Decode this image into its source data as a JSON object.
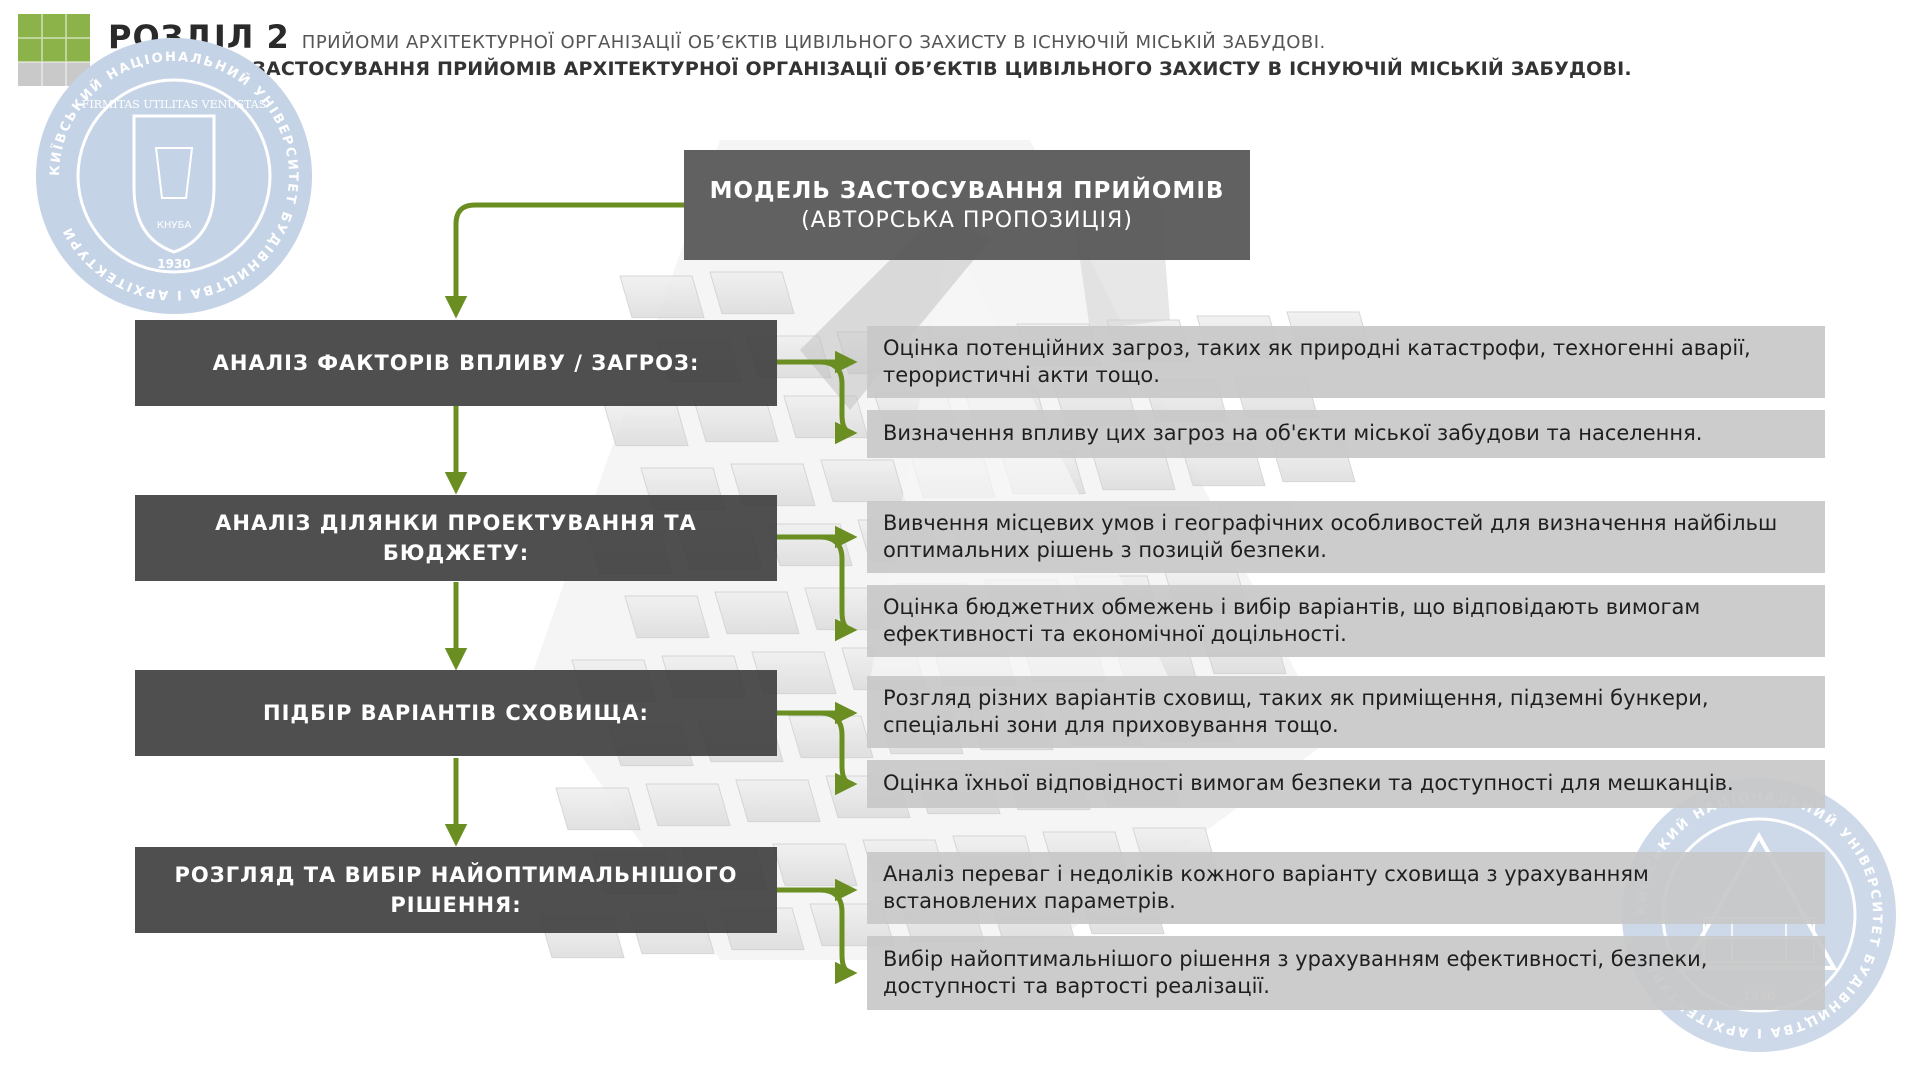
{
  "header": {
    "section_label": "РОЗДІЛ 2",
    "section_title": "ПРИЙОМИ АРХІТЕКТУРНОЇ ОРГАНІЗАЦІЇ ОБ’ЄКТІВ ЦИВІЛЬНОГО ЗАХИСТУ В ІСНУЮЧІЙ МІСЬКІЙ ЗАБУДОВІ.",
    "subtitle": "2.3 МОДЕЛЬ ЗАСТОСУВАННЯ ПРИЙОМІВ АРХІТЕКТУРНОЇ ОРГАНІЗАЦІЇ ОБ’ЄКТІВ ЦИВІЛЬНОГО ЗАХИСТУ В ІСНУЮЧІЙ МІСЬКІЙ ЗАБУДОВІ."
  },
  "colors": {
    "accent_green": "#6b8e23",
    "logo_green": "#8bb34a",
    "step_box": "#404040",
    "desc_box": "#c8c8c8",
    "seal_blue": "#c5d3e6"
  },
  "seal": {
    "ring_text": "КИЇВСЬКИЙ НАЦІОНАЛЬНИЙ УНІВЕРСИТЕТ БУДІВНИЦТВА І АРХІТЕКТУРИ",
    "motto": "FIRMITAS UTILITAS VENUSTAS",
    "abbr": "КНУБА",
    "year": "1930"
  },
  "diagram": {
    "model_title": "МОДЕЛЬ ЗАСТОСУВАННЯ ПРИЙОМІВ",
    "model_subtitle": "(АВТОРСЬКА ПРОПОЗИЦІЯ)",
    "steps": [
      {
        "label": "АНАЛІЗ ФАКТОРІВ ВПЛИВУ / ЗАГРОЗ:",
        "details": [
          "Оцінка потенційних загроз, таких як природні катастрофи, техногенні аварії, терористичні акти тощо.",
          "Визначення впливу цих загроз на об'єкти міської забудови та населення."
        ]
      },
      {
        "label": "АНАЛІЗ ДІЛЯНКИ ПРОЕКТУВАННЯ ТА БЮДЖЕТУ:",
        "details": [
          "Вивчення місцевих умов і географічних особливостей для визначення найбільш оптимальних рішень з позицій безпеки.",
          "Оцінка бюджетних обмежень і вибір варіантів, що відповідають вимогам ефективності та економічної доцільності."
        ]
      },
      {
        "label": "ПІДБІР ВАРІАНТІВ СХОВИЩА:",
        "details": [
          "Розгляд різних варіантів сховищ, таких як приміщення, підземні бункери, спеціальні зони для приховування тощо.",
          "Оцінка їхньої відповідності вимогам безпеки та доступності для мешканців."
        ]
      },
      {
        "label": "РОЗГЛЯД ТА ВИБІР НАЙОПТИМАЛЬНІШОГО РІШЕННЯ:",
        "details": [
          "Аналіз переваг і недоліків кожного варіанту сховища з урахуванням встановлених параметрів.",
          "Вибір найоптимальнішого рішення з урахуванням ефективності, безпеки, доступності та вартості реалізації."
        ]
      }
    ]
  }
}
